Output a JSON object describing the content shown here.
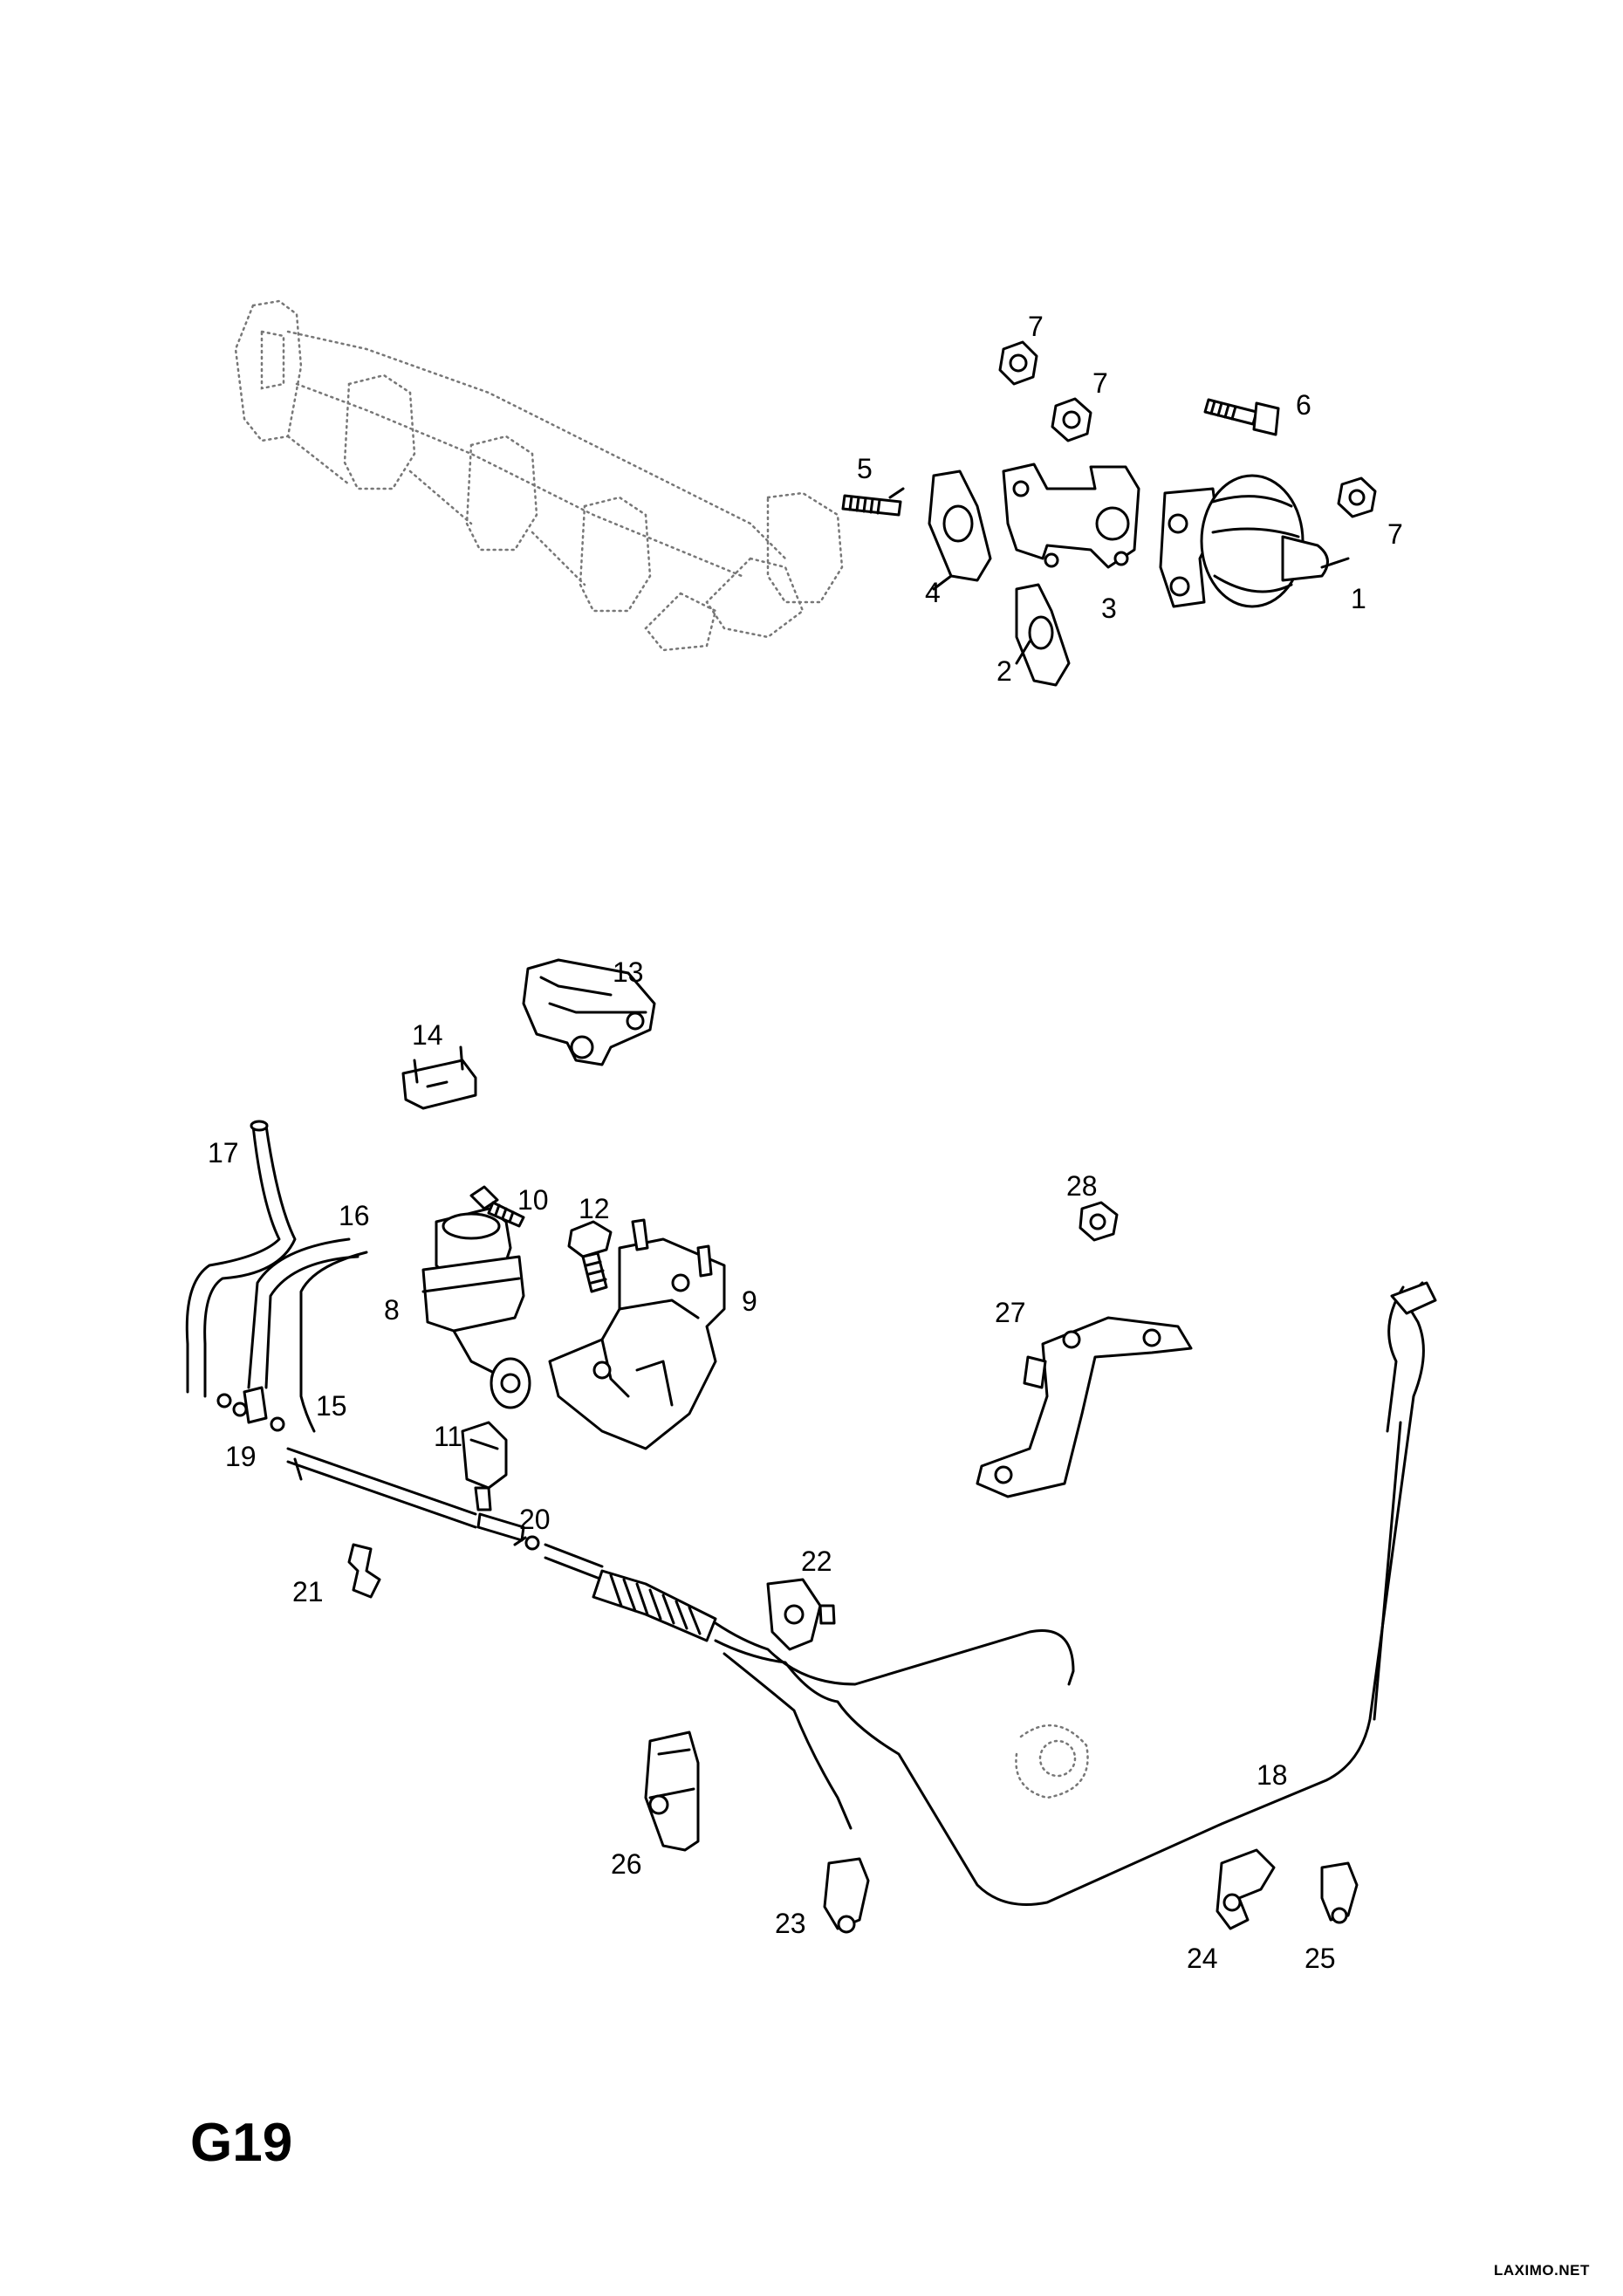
{
  "diagram": {
    "sheet_code": "G19",
    "watermark": "LAXIMO.NET",
    "callouts": [
      {
        "id": "1",
        "label": "1"
      },
      {
        "id": "2",
        "label": "2"
      },
      {
        "id": "3",
        "label": "3"
      },
      {
        "id": "4",
        "label": "4"
      },
      {
        "id": "5",
        "label": "5"
      },
      {
        "id": "6",
        "label": "6"
      },
      {
        "id": "7a",
        "label": "7"
      },
      {
        "id": "7b",
        "label": "7"
      },
      {
        "id": "7c",
        "label": "7"
      },
      {
        "id": "8",
        "label": "8"
      },
      {
        "id": "9",
        "label": "9"
      },
      {
        "id": "10",
        "label": "10"
      },
      {
        "id": "11",
        "label": "11"
      },
      {
        "id": "12",
        "label": "12"
      },
      {
        "id": "13",
        "label": "13"
      },
      {
        "id": "14",
        "label": "14"
      },
      {
        "id": "15",
        "label": "15"
      },
      {
        "id": "16",
        "label": "16"
      },
      {
        "id": "17",
        "label": "17"
      },
      {
        "id": "18",
        "label": "18"
      },
      {
        "id": "19",
        "label": "19"
      },
      {
        "id": "20",
        "label": "20"
      },
      {
        "id": "21",
        "label": "21"
      },
      {
        "id": "22",
        "label": "22"
      },
      {
        "id": "23",
        "label": "23"
      },
      {
        "id": "24",
        "label": "24"
      },
      {
        "id": "25",
        "label": "25"
      },
      {
        "id": "26",
        "label": "26"
      },
      {
        "id": "27",
        "label": "27"
      },
      {
        "id": "28",
        "label": "28"
      }
    ]
  }
}
